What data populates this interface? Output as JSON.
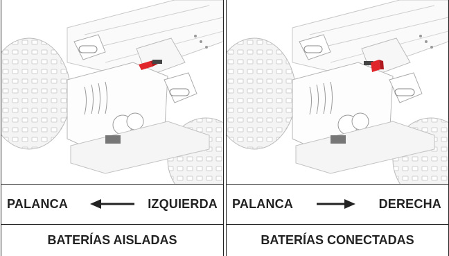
{
  "left_panel": {
    "lever_label": "PALANCA",
    "direction_label": "IZQUIERDA",
    "arrow_direction": "left",
    "status": "BATERÍAS AISLADAS",
    "lever_color": "#e0262b"
  },
  "right_panel": {
    "lever_label": "PALANCA",
    "direction_label": "DERECHA",
    "arrow_direction": "right",
    "status": "BATERÍAS CONECTADAS",
    "lever_color": "#e0262b"
  }
}
